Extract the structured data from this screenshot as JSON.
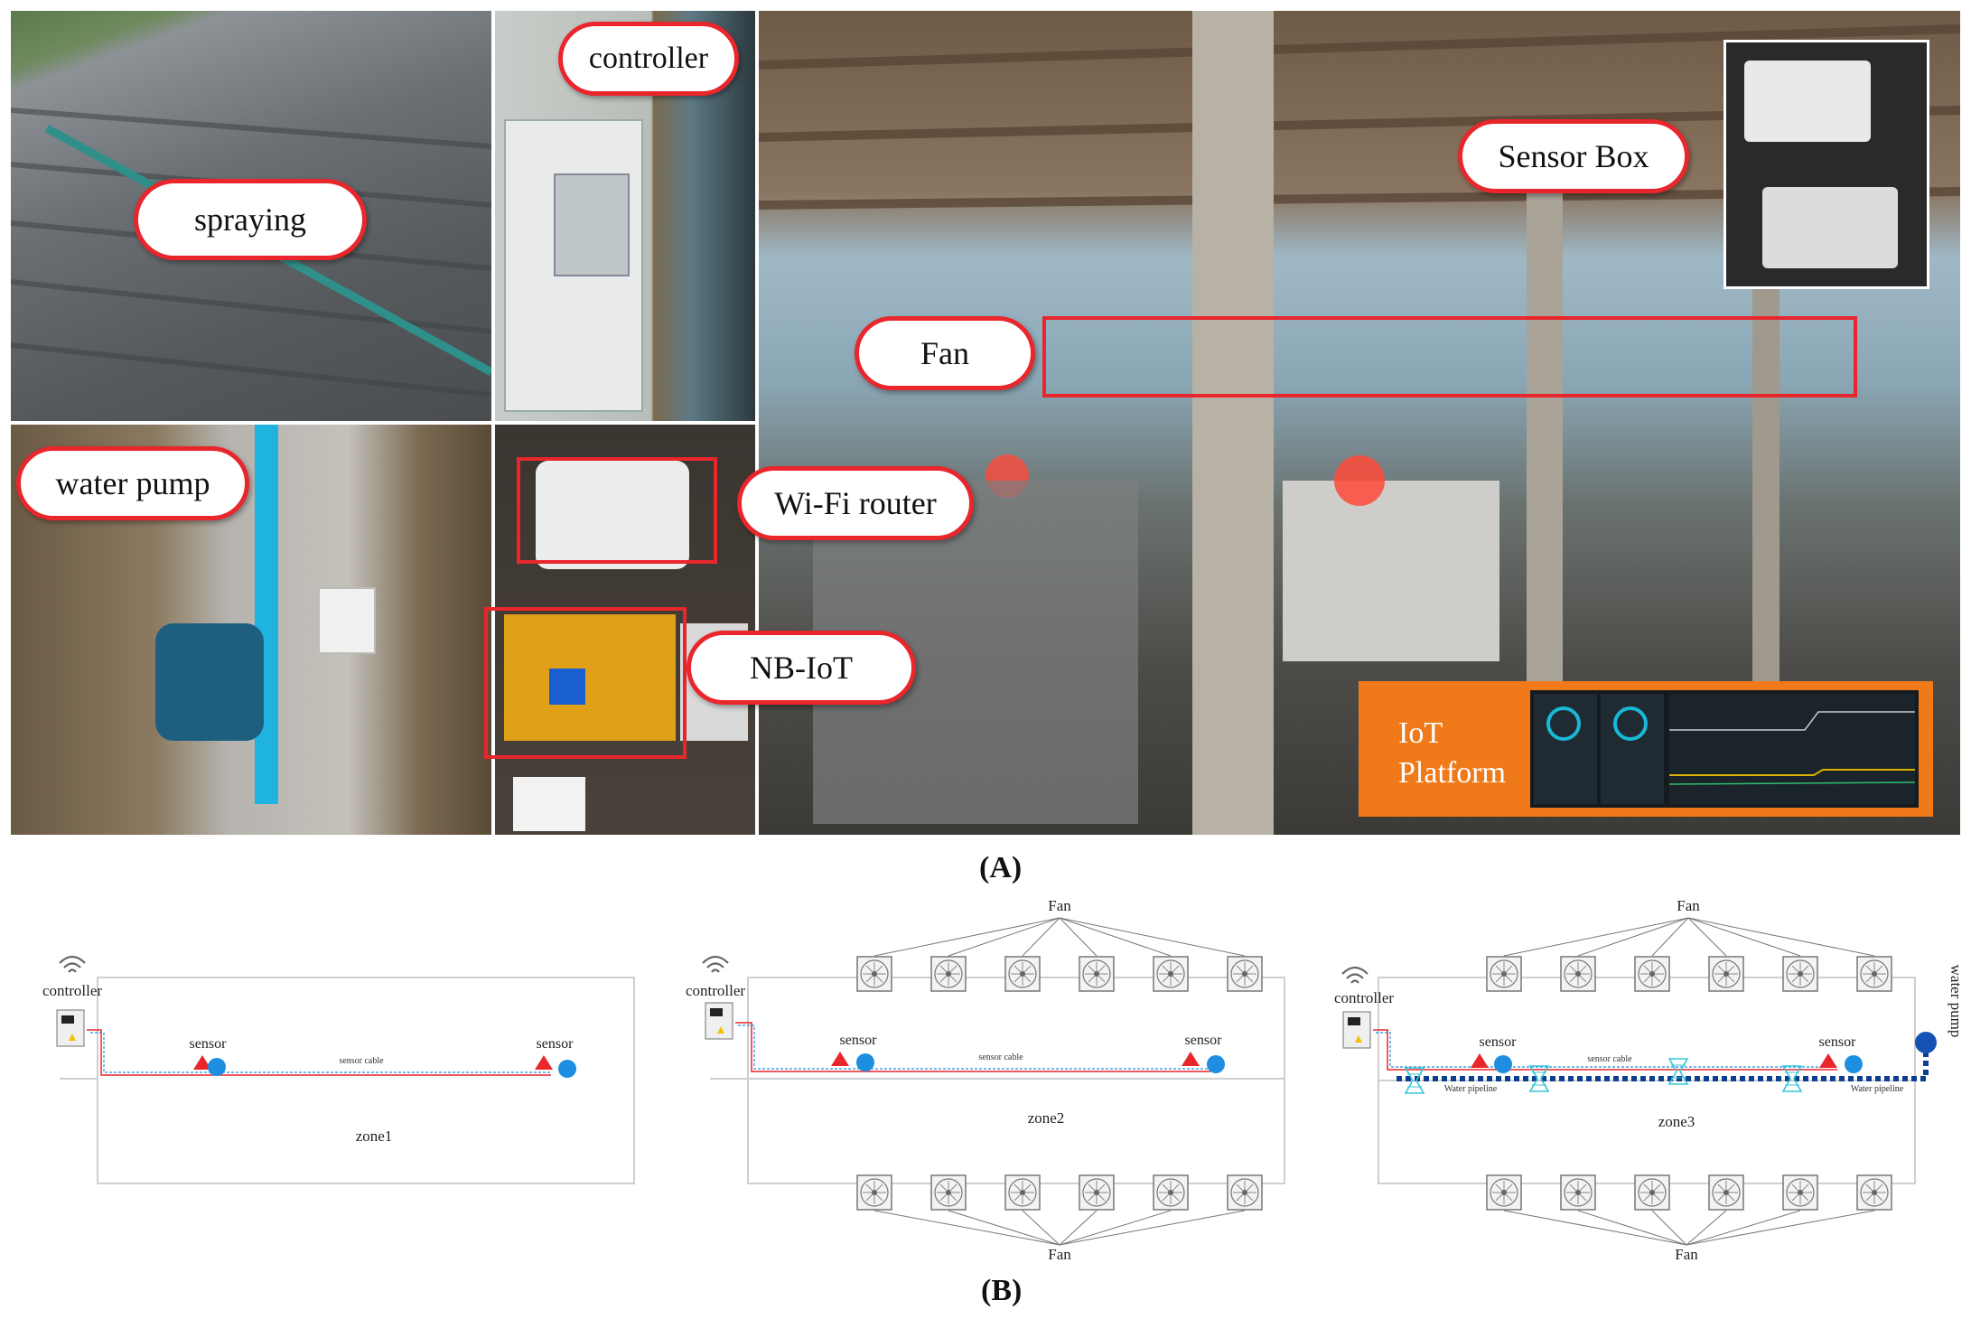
{
  "photo_labels": {
    "spraying": "spraying",
    "controller": "controller",
    "sensor_box": "Sensor Box",
    "fan": "Fan",
    "water_pump": "water pump",
    "wifi_router": "Wi-Fi router",
    "nbiot": "NB-IoT",
    "iot_platform": "IoT\nPlatform"
  },
  "captions": {
    "a": "(A)",
    "b": "(B)"
  },
  "diagram": {
    "controller": "controller",
    "sensor": "sensor",
    "sensor_cable": "sensor cable",
    "fan": "Fan",
    "water_pipeline": "Water pipeline",
    "water_pump": "water pump",
    "zones": [
      "zone1",
      "zone2",
      "zone3"
    ]
  },
  "colors": {
    "callout_border": "#e8262b",
    "iot_orange": "#f07a1a",
    "sensor_triangle": "#e8262b",
    "sensor_circle": "#1e8fe0",
    "pipeline": "#0d3f8f"
  }
}
